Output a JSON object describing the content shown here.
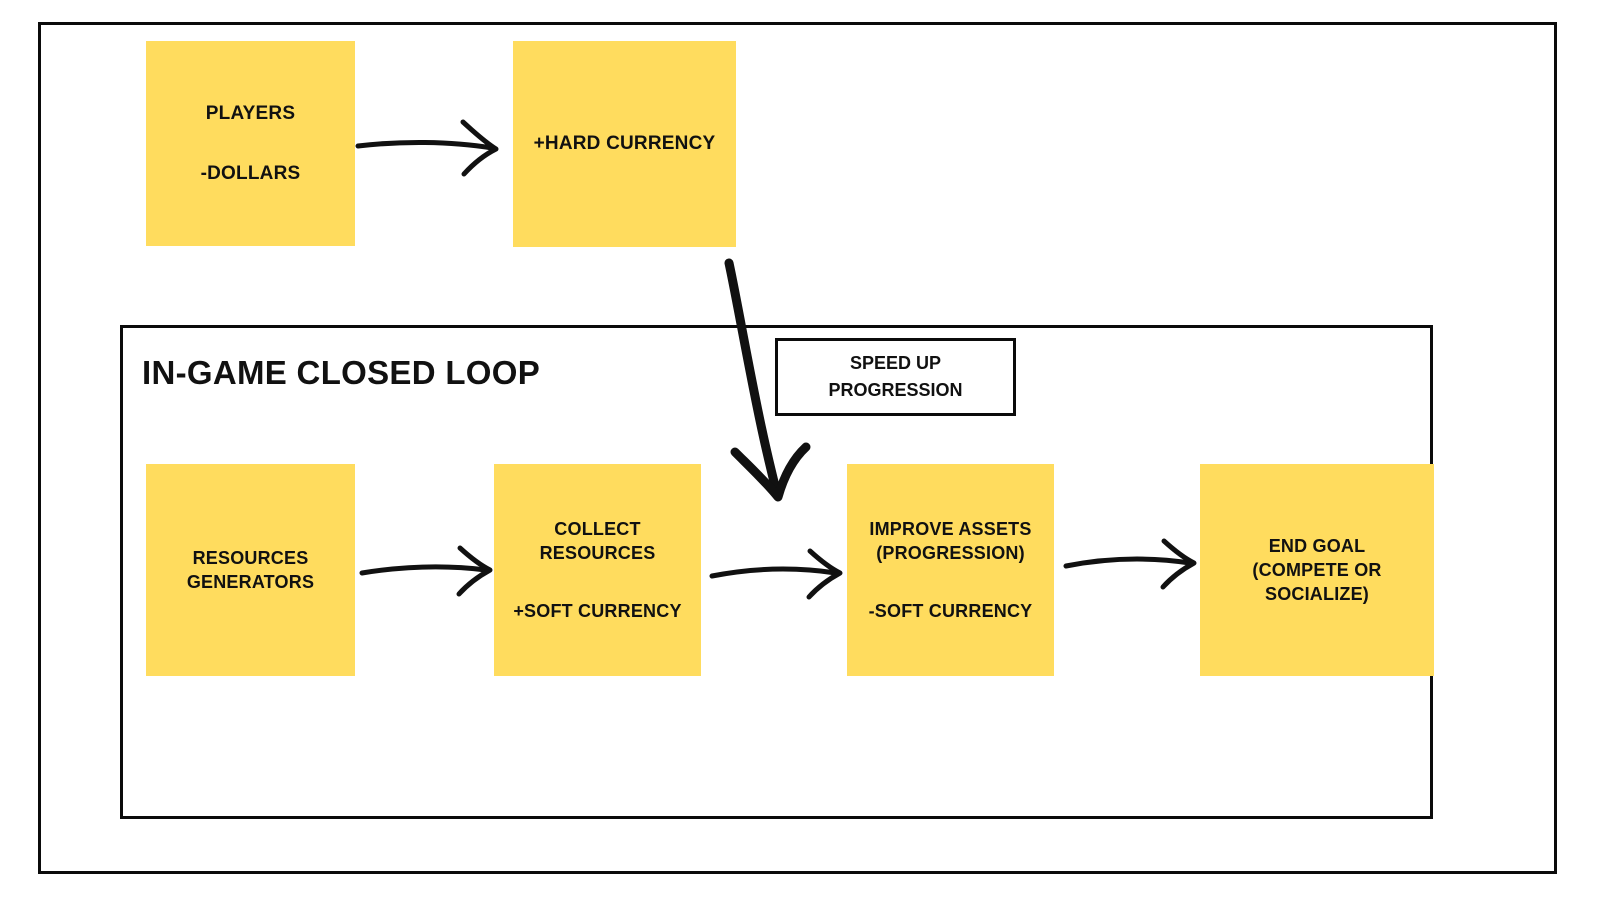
{
  "diagram": {
    "title_loop": "IN-GAME CLOSED LOOP",
    "colors": {
      "node_fill": "#ffdc5e",
      "ink": "#111111",
      "background": "#ffffff",
      "frame_border": "#0b0b0b"
    },
    "outer_frame": {
      "label": "outer-frame"
    },
    "nodes": {
      "players": {
        "line1": "PLAYERS",
        "line2": "-DOLLARS"
      },
      "hard_currency": {
        "line1": "+HARD CURRENCY"
      },
      "resources_generators": {
        "line1": "RESOURCES",
        "line2": "GENERATORS"
      },
      "collect_resources": {
        "line1": "COLLECT",
        "line2": "RESOURCES",
        "line3": "+SOFT CURRENCY"
      },
      "improve_assets": {
        "line1": "IMPROVE ASSETS",
        "line2": "(PROGRESSION)",
        "line3": "-SOFT CURRENCY"
      },
      "end_goal": {
        "line1": "END GOAL",
        "line2": "(COMPETE OR",
        "line3": "SOCIALIZE)"
      }
    },
    "callout": {
      "line1": "SPEED UP",
      "line2": "PROGRESSION"
    },
    "arrows": [
      {
        "name": "players-to-hard-currency",
        "from": "players",
        "to": "hard_currency",
        "direction": "right"
      },
      {
        "name": "hard-currency-to-improve-assets",
        "from": "hard_currency",
        "to": "improve_assets",
        "direction": "down"
      },
      {
        "name": "generators-to-collect",
        "from": "resources_generators",
        "to": "collect_resources",
        "direction": "right"
      },
      {
        "name": "collect-to-improve",
        "from": "collect_resources",
        "to": "improve_assets",
        "direction": "right"
      },
      {
        "name": "improve-to-end-goal",
        "from": "improve_assets",
        "to": "end_goal",
        "direction": "right"
      }
    ]
  }
}
